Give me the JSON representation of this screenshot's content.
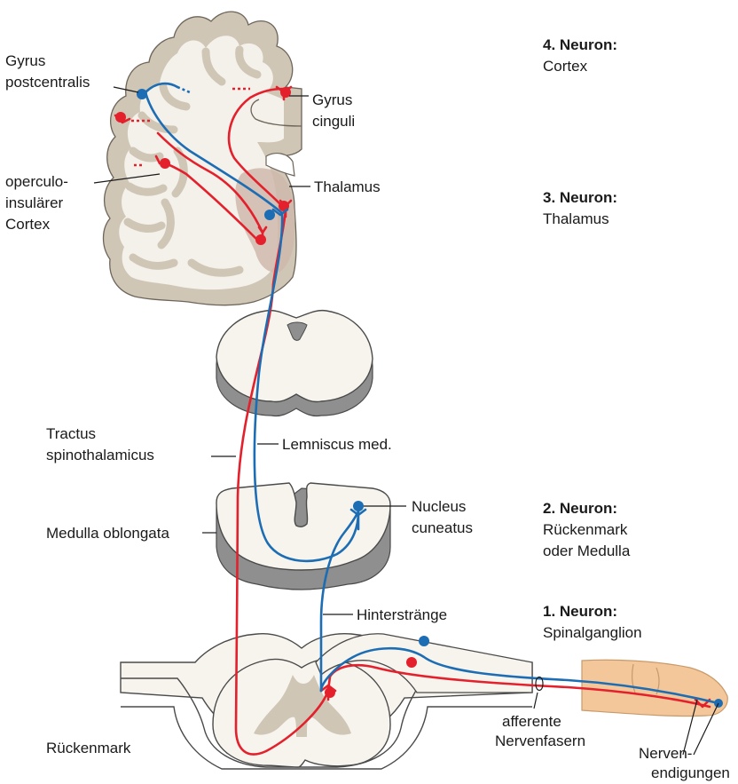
{
  "labels": {
    "gyrus_postcentralis_1": "Gyrus",
    "gyrus_postcentralis_2": "postcentralis",
    "gyrus_cinguli_1": "Gyrus",
    "gyrus_cinguli_2": "cinguli",
    "operculo_1": "operculo-",
    "operculo_2": "insulärer",
    "operculo_3": "Cortex",
    "thalamus": "Thalamus",
    "tractus_1": "Tractus",
    "tractus_2": "spinothalamicus",
    "lemniscus": "Lemniscus med.",
    "nucleus_1": "Nucleus",
    "nucleus_2": "cuneatus",
    "medulla": "Medulla oblongata",
    "hinterstraenge": "Hinterstränge",
    "rueckenmark": "Rückenmark",
    "afferente_1": "afferente",
    "afferente_2": "Nervenfasern",
    "nerven_1": "Nerven-",
    "nerven_2": "endigungen"
  },
  "neurons": {
    "n4_title": "4. Neuron:",
    "n4_place": "Cortex",
    "n3_title": "3. Neuron:",
    "n3_place": "Thalamus",
    "n2_title": "2. Neuron:",
    "n2_place_1": "Rückenmark",
    "n2_place_2": "oder Medulla",
    "n1_title": "1. Neuron:",
    "n1_place": "Spinalganglion"
  },
  "colors": {
    "spinothalamic_pathway": "#e3202b",
    "lemniscal_pathway": "#1c6db3",
    "tissue": "#f7f4ee",
    "gray_matter": "#cfc6b6"
  }
}
